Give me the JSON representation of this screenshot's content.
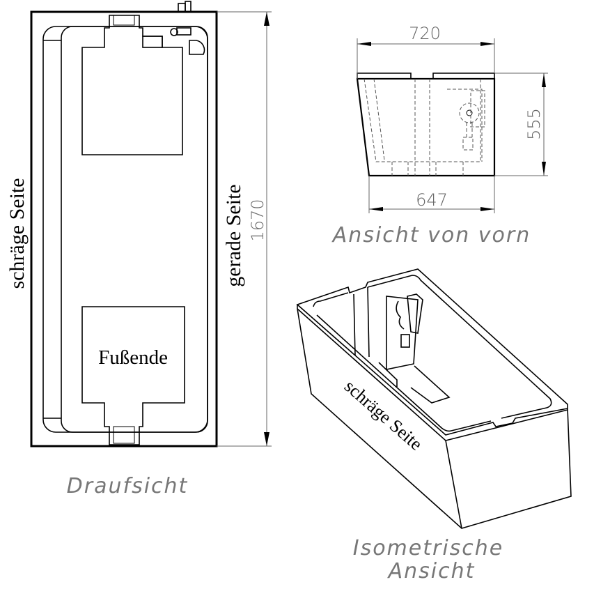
{
  "top_view": {
    "label_left": "schräge Seite",
    "label_right": "gerade Seite",
    "label_foot": "Fußende",
    "length_dim": "1670",
    "caption": "Draufsicht"
  },
  "front_view": {
    "width_top": "720",
    "width_bottom": "647",
    "height": "555",
    "caption": "Ansicht von vorn"
  },
  "iso_view": {
    "label_side": "schräge Seite",
    "caption_line1": "Isometrische",
    "caption_line2": "Ansicht"
  }
}
